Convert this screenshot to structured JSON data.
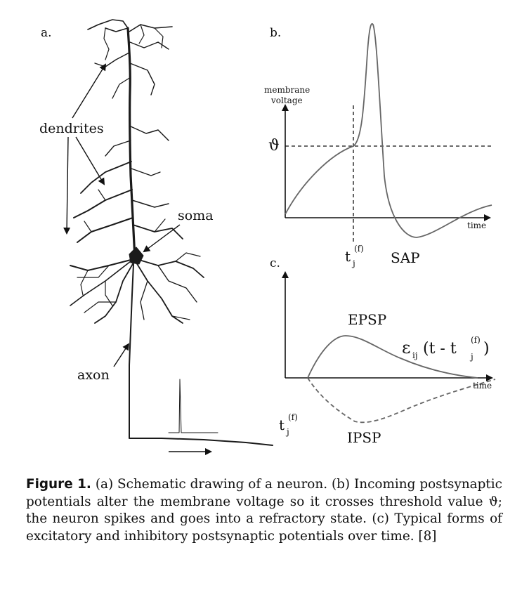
{
  "panels": {
    "a": {
      "label": "a.",
      "dendrites_label": "dendrites",
      "soma_label": "soma",
      "axon_label": "axon"
    },
    "b": {
      "label": "b.",
      "y_axis_label_line1": "membrane",
      "y_axis_label_line2": "voltage",
      "threshold_symbol": "ϑ",
      "x_axis_label": "time",
      "spike_time_base": "t",
      "spike_time_sub": "j",
      "spike_time_sup": "(f)",
      "spike_label": "SAP"
    },
    "c": {
      "label": "c.",
      "x_axis_label": "time",
      "epsp_label": "EPSP",
      "ipsp_label": "IPSP",
      "kernel_eps": "ε",
      "kernel_sub": "ij",
      "kernel_open": "(t - t",
      "kernel_sub_j": "j",
      "kernel_sup": "(f)",
      "kernel_close": ")",
      "onset_base": "t",
      "onset_sub": "j",
      "onset_sup": "(f)"
    }
  },
  "caption": {
    "label": "Figure 1.",
    "text": " (a) Schematic drawing of a neuron. (b) Incoming postsynaptic potentials alter the membrane voltage so it crosses threshold value ϑ; the neuron spikes and goes into a refractory state. (c) Typical forms of excitatory and inhibitory postsynaptic potentials over time. [8]"
  }
}
